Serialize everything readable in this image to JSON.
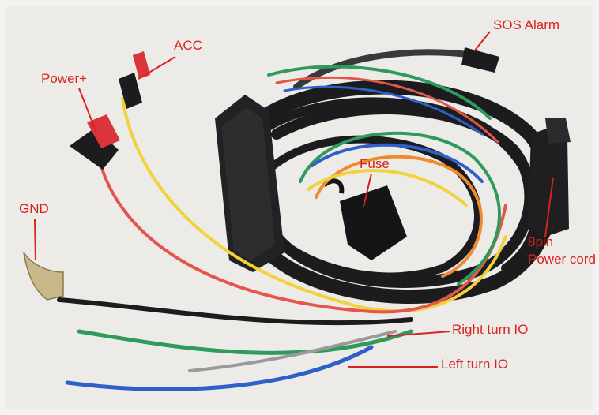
{
  "labels": {
    "sos_alarm": "SOS Alarm",
    "acc": "ACC",
    "power_plus": "Power+",
    "gnd": "GND",
    "fuse": "Fuse",
    "pin8_line1": "8pin",
    "pin8_line2": "Power cord",
    "right_turn": "Right turn IO",
    "left_turn": "Left turn IO"
  },
  "colors": {
    "label_text": "#d9231f",
    "annotation_line": "#d9231f",
    "background": "#f2f2f0",
    "cable_black": "#1c1c1e",
    "wire_red": "#e2574a",
    "wire_yellow": "#f2d23a",
    "wire_green": "#2f9a5c",
    "wire_blue": "#2f5fc8",
    "wire_orange": "#f08a2e",
    "wire_gray": "#8a8a8a"
  }
}
